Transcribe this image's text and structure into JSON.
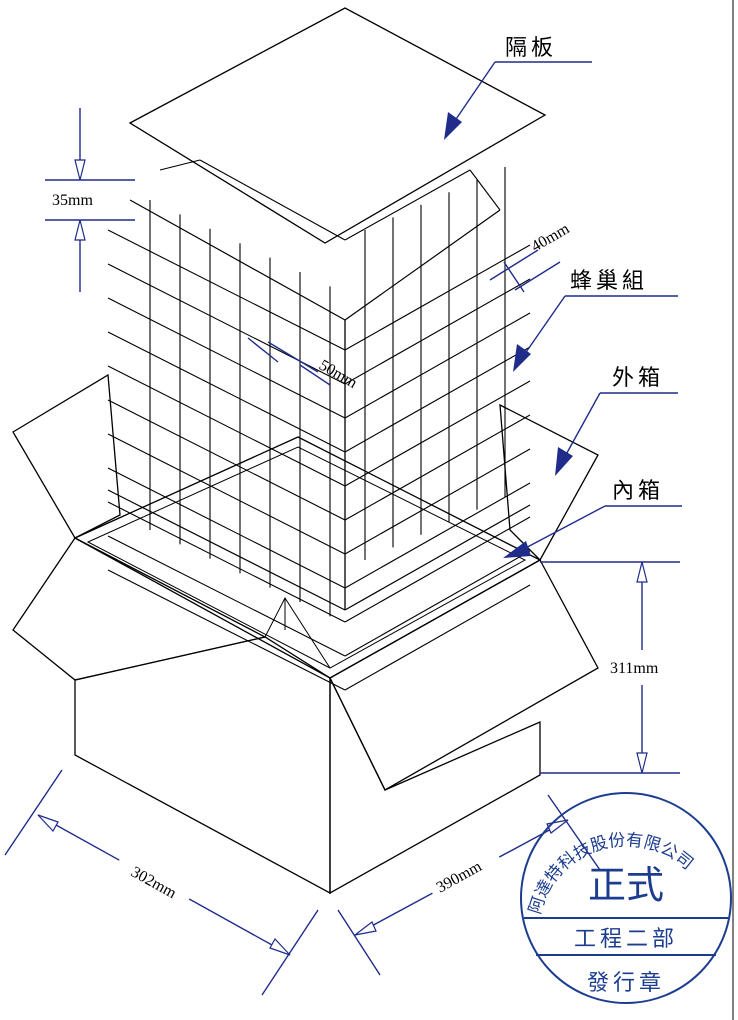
{
  "labels": {
    "partition": "隔板",
    "honeycomb": "蜂巢組",
    "outer_box": "外箱",
    "inner_box": "內箱"
  },
  "dimensions": {
    "cell_height": "35mm",
    "cell_width": "40mm",
    "cell_depth": "50mm",
    "box_height": "311mm",
    "box_width": "302mm",
    "box_depth": "390mm"
  },
  "stamp": {
    "company": "阿達特科技股份有限公司",
    "status": "正式",
    "department": "工程二部",
    "seal": "發行章",
    "color": "#1c3d8f"
  },
  "colors": {
    "line": "#000000",
    "dimension_arrow": "#1f2c8a"
  }
}
